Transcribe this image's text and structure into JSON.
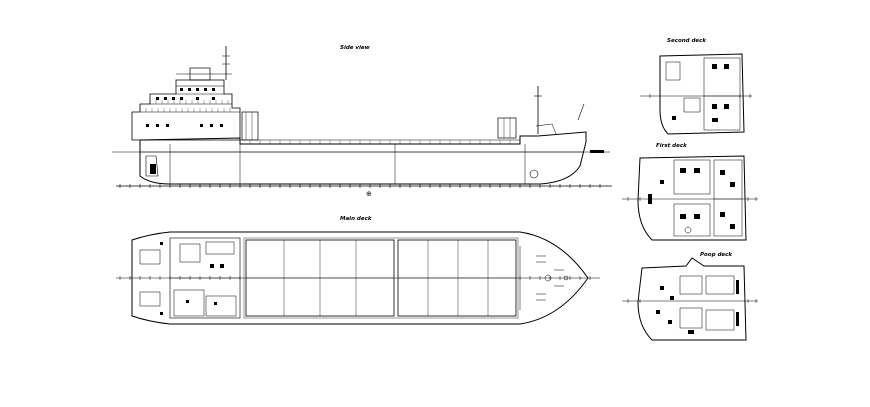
{
  "views": {
    "side_view": "Side view",
    "main_deck": "Main deck",
    "second_deck": "Second deck",
    "first_deck": "First deck",
    "poop_deck": "Poop deck"
  },
  "colors": {
    "line": "#000000",
    "background": "#ffffff"
  }
}
